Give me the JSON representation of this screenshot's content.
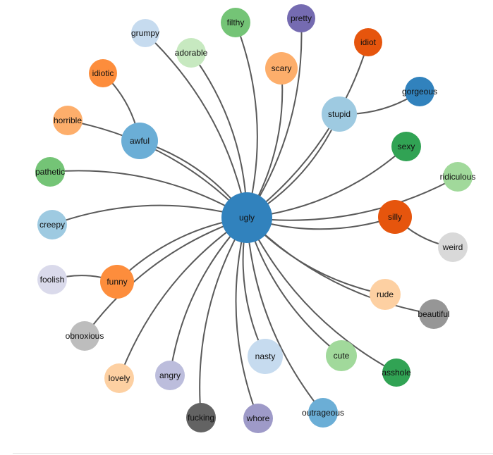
{
  "graph": {
    "center_word": "ugly",
    "center_color": "#3182bd",
    "edge_color": "#5a5a5a",
    "related_words": [
      {
        "id": "grumpy",
        "label": "grumpy",
        "color": "#c6dbef",
        "connected_to": "ugly"
      },
      {
        "id": "filthy",
        "label": "filthy",
        "color": "#74c476",
        "connected_to": "ugly"
      },
      {
        "id": "pretty",
        "label": "pretty",
        "color": "#756bb1",
        "connected_to": "ugly"
      },
      {
        "id": "adorable",
        "label": "adorable",
        "color": "#c7e9c0",
        "connected_to": "ugly"
      },
      {
        "id": "scary",
        "label": "scary",
        "color": "#fdae6b",
        "connected_to": "ugly"
      },
      {
        "id": "idiot",
        "label": "idiot",
        "color": "#e6550d",
        "connected_to": "ugly"
      },
      {
        "id": "idiotic",
        "label": "idiotic",
        "color": "#fd8d3c",
        "connected_to": "awful"
      },
      {
        "id": "awful",
        "label": "awful",
        "color": "#6baed6",
        "connected_to": "ugly"
      },
      {
        "id": "stupid",
        "label": "stupid",
        "color": "#9ecae1",
        "connected_to": "ugly"
      },
      {
        "id": "gorgeous",
        "label": "gorgeous",
        "color": "#3182bd",
        "connected_to": "stupid"
      },
      {
        "id": "horrible",
        "label": "horrible",
        "color": "#fdae6b",
        "connected_to": "ugly"
      },
      {
        "id": "sexy",
        "label": "sexy",
        "color": "#31a354",
        "connected_to": "ugly"
      },
      {
        "id": "pathetic",
        "label": "pathetic",
        "color": "#74c476",
        "connected_to": "ugly"
      },
      {
        "id": "ridiculous",
        "label": "ridiculous",
        "color": "#a1d99b",
        "connected_to": "ugly"
      },
      {
        "id": "silly",
        "label": "silly",
        "color": "#e6550d",
        "connected_to": "ugly"
      },
      {
        "id": "creepy",
        "label": "creepy",
        "color": "#9ecae1",
        "connected_to": "ugly"
      },
      {
        "id": "weird",
        "label": "weird",
        "color": "#d9d9d9",
        "connected_to": "silly"
      },
      {
        "id": "foolish",
        "label": "foolish",
        "color": "#dadaeb",
        "connected_to": "funny"
      },
      {
        "id": "funny",
        "label": "funny",
        "color": "#fd8d3c",
        "connected_to": "ugly"
      },
      {
        "id": "rude",
        "label": "rude",
        "color": "#fdd0a2",
        "connected_to": "ugly"
      },
      {
        "id": "beautiful",
        "label": "beautiful",
        "color": "#969696",
        "connected_to": "ugly"
      },
      {
        "id": "obnoxious",
        "label": "obnoxious",
        "color": "#bdbdbd",
        "connected_to": "ugly"
      },
      {
        "id": "nasty",
        "label": "nasty",
        "color": "#c6dbef",
        "connected_to": "ugly"
      },
      {
        "id": "cute",
        "label": "cute",
        "color": "#a1d99b",
        "connected_to": "ugly"
      },
      {
        "id": "lovely",
        "label": "lovely",
        "color": "#fdd0a2",
        "connected_to": "ugly"
      },
      {
        "id": "angry",
        "label": "angry",
        "color": "#bcbddc",
        "connected_to": "ugly"
      },
      {
        "id": "asshole",
        "label": "asshole",
        "color": "#31a354",
        "connected_to": "ugly"
      },
      {
        "id": "fucking",
        "label": "fucking",
        "color": "#636363",
        "connected_to": "ugly"
      },
      {
        "id": "whore",
        "label": "whore",
        "color": "#9e9ac8",
        "connected_to": "ugly"
      },
      {
        "id": "outrageous",
        "label": "outrageous",
        "color": "#6baed6",
        "connected_to": "ugly"
      }
    ]
  }
}
